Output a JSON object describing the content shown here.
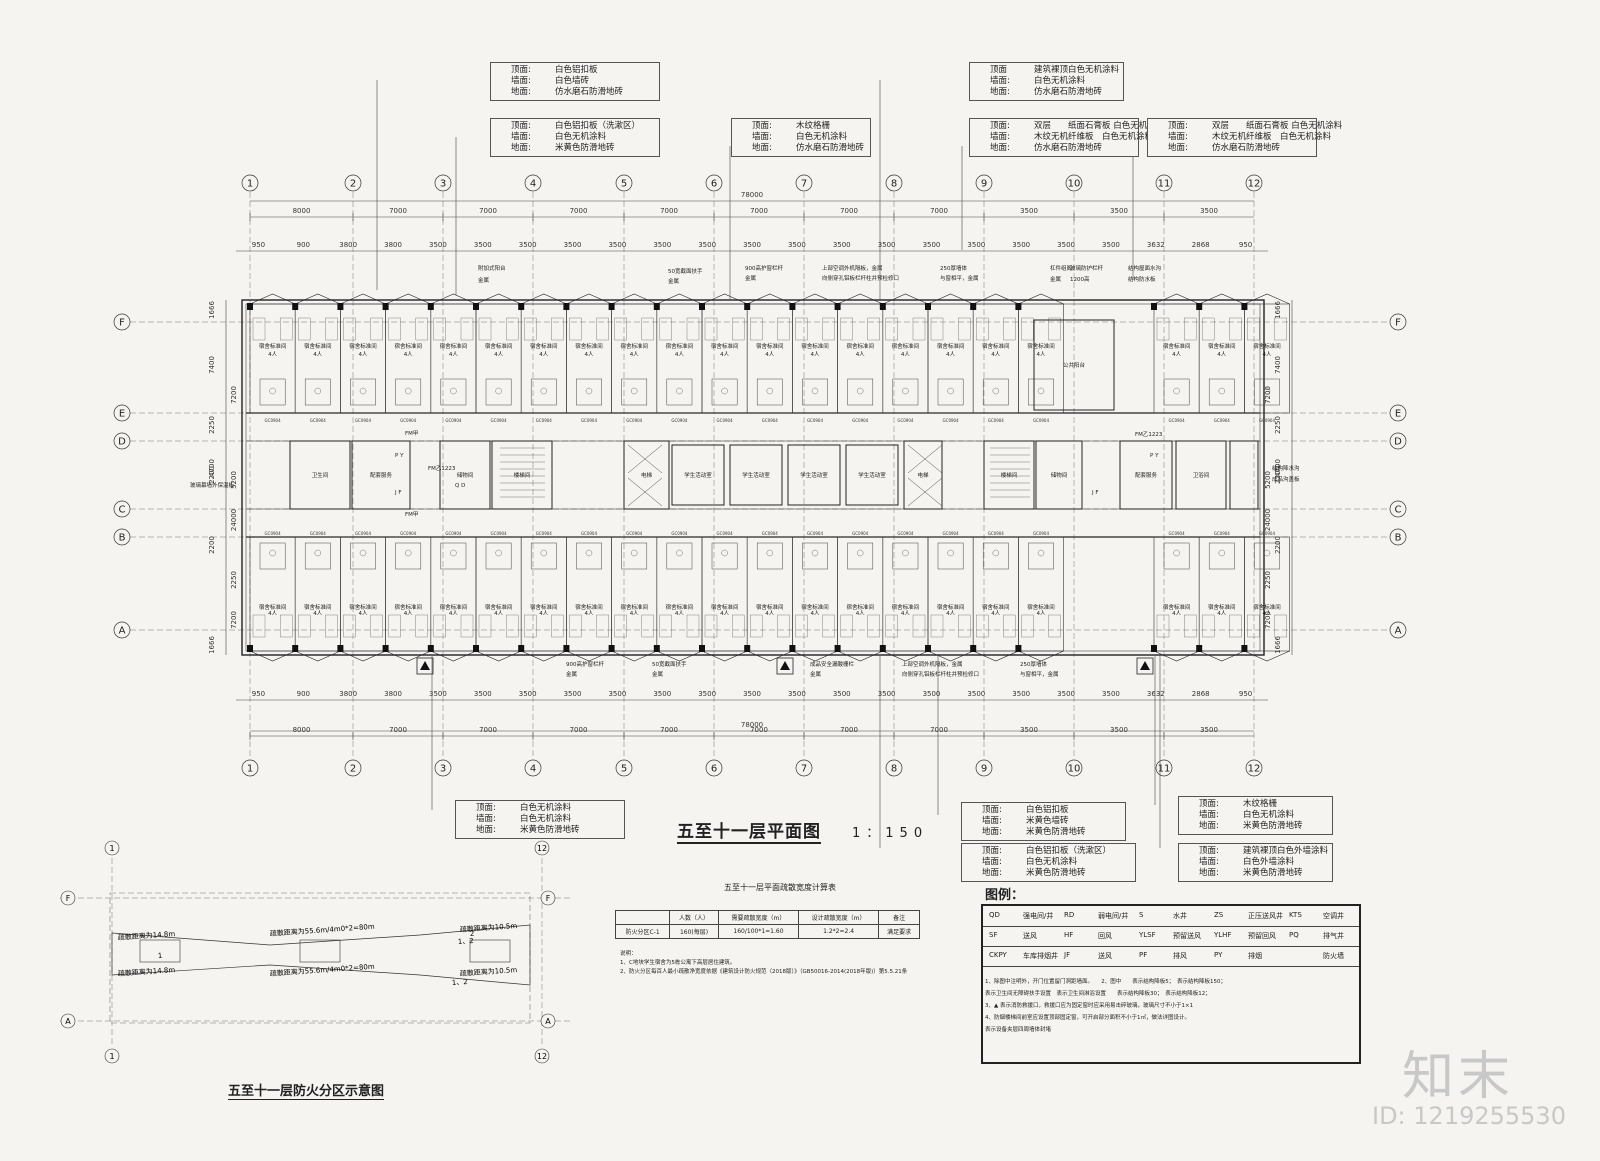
{
  "plan_title": "五至十一层平面图",
  "plan_scale": "1：150",
  "fire_zone_title": "五至十一层防火分区示意图",
  "axis_numbers": [
    "1",
    "2",
    "3",
    "4",
    "5",
    "6",
    "7",
    "8",
    "9",
    "10",
    "11",
    "12"
  ],
  "axis_letters": [
    "F",
    "E",
    "D",
    "C",
    "B",
    "A"
  ],
  "dims_top_overall": "78000",
  "dims_top_row1": [
    "8000",
    "7000",
    "7000",
    "7000",
    "7000",
    "7000",
    "7000",
    "7000",
    "3500",
    "3500",
    "3500",
    "7000"
  ],
  "dims_top_row2": [
    "950",
    "900",
    "3800",
    "3800",
    "3500",
    "3500",
    "3500",
    "3500",
    "3500",
    "3500",
    "3500",
    "3500",
    "3500",
    "3500",
    "3500",
    "3500",
    "3500",
    "3500",
    "3500",
    "3500",
    "3632",
    "2868",
    "950"
  ],
  "dims_left": [
    "1666",
    "7400",
    "7200",
    "2250",
    "2200",
    "5200",
    "4700",
    "24000",
    "2200",
    "2250",
    "7200",
    "1666"
  ],
  "room_labels": {
    "dorm": "宿舍标准间",
    "dorm_capacity": "4人",
    "study": "学生活动室",
    "public_balcony": "公共阳台",
    "storage": "储物间",
    "storage2": "储物间",
    "toilet": "卫生间",
    "washroom": "卫浴间",
    "service": "配套服务",
    "stair": "楼梯间",
    "elevator": "电梯",
    "fire_door_1": "FM乙1223",
    "fire_door_2": "FM乙1223",
    "fire_door_3": "FM甲",
    "window_code": "GC0904",
    "shaft_jf": "J F",
    "shaft_py": "P Y",
    "shaft_qd": "Q D"
  },
  "plan_annotations": [
    "附加式阳台",
    "金属",
    "50宽截面扶手",
    "金属",
    "900高护窗栏杆",
    "金属",
    "上部空调外机隔板，金属",
    "向侧穿孔铝板栏杆柱并预检修口",
    "250厚墙体",
    "与窗相平，金属",
    "杠件组阁",
    "金属",
    "玻璃防护栏杆",
    "1200高",
    "结构屋面水沟",
    "结构防水板",
    "玻璃幕墙外保温板",
    "结构降水沟",
    "成品沟盖板",
    "900高护窗栏杆",
    "金属",
    "50宽截面扶手",
    "金属",
    "成品安全漏酸栅栏",
    "金属",
    "上部空调外机隔板，金属",
    "向侧穿孔铝板栏杆柱并预检修口",
    "250厚墙体",
    "与窗相平，金属"
  ],
  "finish_notes_top": [
    {
      "lines": [
        [
          "顶面:",
          "白色铝扣板"
        ],
        [
          "墙面:",
          "白色墙砖"
        ],
        [
          "地面:",
          "仿水磨石防滑地砖"
        ]
      ]
    },
    {
      "lines": [
        [
          "顶面:",
          "白色铝扣板（洗漱区）"
        ],
        [
          "墙面:",
          "白色无机涂料"
        ],
        [
          "地面:",
          "米黄色防滑地砖"
        ]
      ]
    },
    {
      "lines": [
        [
          "顶面:",
          "木纹格栅"
        ],
        [
          "墙面:",
          "白色无机涂料"
        ],
        [
          "地面:",
          "仿水磨石防滑地砖"
        ]
      ]
    },
    {
      "lines": [
        [
          "顶面",
          "建筑裸顶白色无机涂料"
        ],
        [
          "墙面:",
          "白色无机涂料"
        ],
        [
          "地面:",
          "仿水磨石防滑地砖"
        ]
      ]
    },
    {
      "lines": [
        [
          "顶面:",
          "双层　　纸面石膏板 白色无机涂料"
        ],
        [
          "墙面:",
          "木纹无机纤维板　白色无机涂料"
        ],
        [
          "地面:",
          "仿水磨石防滑地砖"
        ]
      ]
    },
    {
      "lines": [
        [
          "顶面:",
          "双层　　纸面石膏板 白色无机涂料"
        ],
        [
          "墙面:",
          "木纹无机纤维板　白色无机涂料"
        ],
        [
          "地面:",
          "仿水磨石防滑地砖"
        ]
      ]
    }
  ],
  "finish_notes_bottom": [
    {
      "lines": [
        [
          "顶面:",
          "白色无机涂料"
        ],
        [
          "墙面:",
          "白色无机涂料"
        ],
        [
          "地面:",
          "米黄色防滑地砖"
        ]
      ]
    },
    {
      "lines": [
        [
          "顶面:",
          "白色铝扣板"
        ],
        [
          "墙面:",
          "米黄色墙砖"
        ],
        [
          "地面:",
          "米黄色防滑地砖"
        ]
      ]
    },
    {
      "lines": [
        [
          "顶面:",
          "白色铝扣板（洗漱区）"
        ],
        [
          "墙面:",
          "白色无机涂料"
        ],
        [
          "地面:",
          "米黄色防滑地砖"
        ]
      ]
    },
    {
      "lines": [
        [
          "顶面:",
          "木纹格栅"
        ],
        [
          "墙面:",
          "白色无机涂料"
        ],
        [
          "地面:",
          "米黄色防滑地砖"
        ]
      ]
    },
    {
      "lines": [
        [
          "顶面:",
          "建筑裸顶白色外墙涂料"
        ],
        [
          "墙面:",
          "白色外墙涂料"
        ],
        [
          "地面:",
          "米黄色防滑地砖"
        ]
      ]
    }
  ],
  "calc_table": {
    "title": "五至十一层平面疏散宽度计算表",
    "headers": [
      "",
      "人数（人）",
      "需要疏散宽度（m）",
      "设计疏散宽度（m）",
      "备注"
    ],
    "row": [
      "防火分区C-1",
      "160(每层)",
      "160/100*1=1.60",
      "1.2*2=2.4",
      "满足要求"
    ],
    "notes": [
      "说明：",
      "1、C地块学生宿舍为5栋公寓下高层居住建筑。",
      "2、防火分区每百人最小疏散净宽度依据《建筑设计防火规范（2018版）》（GB50016-2014(2018年版)）第5.5.21条"
    ]
  },
  "legend": {
    "title": "图例：",
    "rows": [
      [
        [
          "QD",
          "强电间/井"
        ],
        [
          "RD",
          "弱电间/井"
        ],
        [
          "S",
          "水井"
        ],
        [
          "ZS",
          "正压送风井"
        ],
        [
          "KTS",
          "空调井"
        ]
      ],
      [
        [
          "SF",
          "送风"
        ],
        [
          "HF",
          "回风"
        ],
        [
          "YLSF",
          "预留送风"
        ],
        [
          "YLHF",
          "预留回风"
        ],
        [
          "PQ",
          "排气井"
        ]
      ],
      [
        [
          "CKPY",
          "车库排烟井"
        ],
        [
          "JF",
          "送风"
        ],
        [
          "PF",
          "排风"
        ],
        [
          "PY",
          "排烟"
        ],
        [
          "",
          "防火墙"
        ]
      ]
    ],
    "notes": [
      "1、除图中注明外，开门位置留门洞距墙面。　　2、图中　　表示结构降板5；　表示结构降板150；",
      "表示卫生间无障碍扶手设置　表示卫生间淋浴设置　　表示结构降板30；　表示结构降板12；",
      "3、▲ 表示消防救援口，救援口应为固定窗时应采用易击碎玻璃，玻璃尺寸不小于1×1",
      "4、防烟楼梯间前室应设置顶部固定窗，可开启部分面积不小于1㎡，做法详图设计。",
      "表示设备夹层四周墙体封堵"
    ]
  },
  "fire_diagram": {
    "axis_left": "1",
    "axis_right": "12",
    "axis_f": "F",
    "axis_a": "A",
    "labels": [
      "疏散距离为14.8m",
      "疏散距离为55.6m/4m0*2=80m",
      "疏散距离为55.6m/4m0*2=80m",
      "疏散距离为14.8m",
      "疏散距离为10.5m",
      "疏散距离为10.5m",
      "1",
      "2",
      "1、2",
      "1、2"
    ]
  },
  "watermark": {
    "brand": "知末",
    "id": "ID: 1219255530"
  }
}
